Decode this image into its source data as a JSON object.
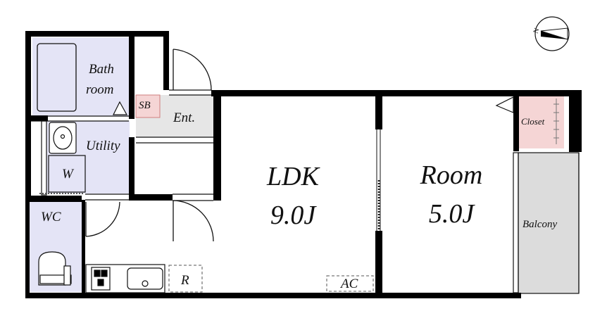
{
  "rooms": {
    "bathroom_line1": "Bath",
    "bathroom_line2": "room",
    "sb": "SB",
    "entrance": "Ent.",
    "utility": "Utility",
    "washer": "W",
    "wc": "WC",
    "ldk_name": "LDK",
    "ldk_size": "9.0J",
    "room_name": "Room",
    "room_size": "5.0J",
    "closet": "Closet",
    "balcony": "Balcony",
    "fridge": "R",
    "ac": "AC"
  },
  "colors": {
    "wall": "#000000",
    "bath_fill": "#e4e4f6",
    "utility_fill": "#e4e4f6",
    "wc_fill": "#e4e4f6",
    "entrance_fill": "#e6e6e6",
    "balcony_fill": "#dcdcdc",
    "sb_fill": "#f5d5d5",
    "closet_fill": "#f5d5d5"
  },
  "compass": {
    "icon": "compass-north-icon",
    "label": "N"
  }
}
